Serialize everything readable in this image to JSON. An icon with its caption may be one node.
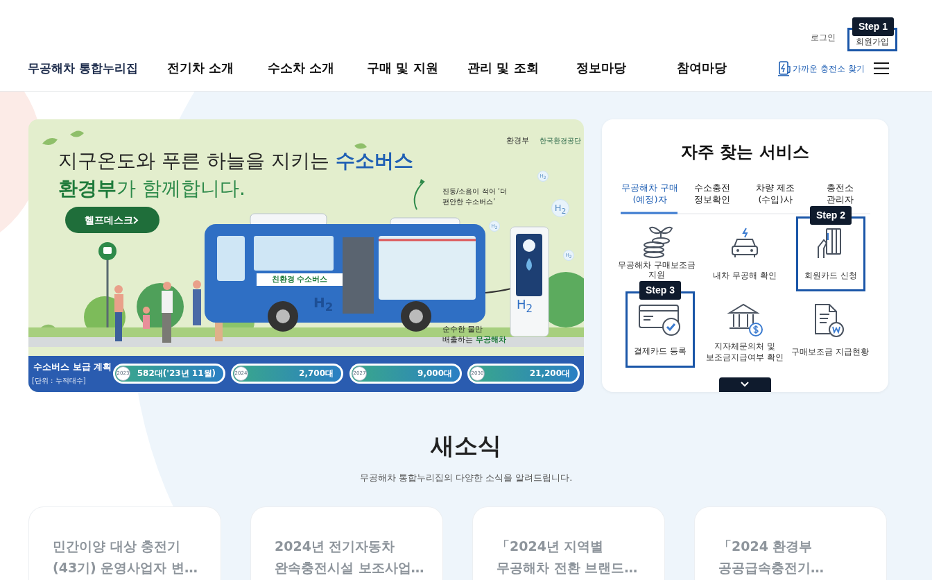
{
  "diagram": {
    "nodes": [
      {
        "text": [
          "Step 1",
          "회원가입"
        ]
      },
      {
        "text": [
          "지구온도와 푸른 하늘을 지키는 **수소버스**",
          "**환경부**가 함께합니다.",
          "환경부",
          "한국환경공단",
          "진동/소음이 적어 ‘더 편안한 수소버스’",
          "H$_{2}$",
          "헬프데스크",
          "H$_{2}$",
          "H$_{2}$",
          "H$_{2}$",
          "친환경 수소버스",
          "H$_{2}$",
          "H$_{2}$",
          "순수한 물만 배출하는 **무공해차**",
          "수소버스 보급 계획",
          "[단위 : 누적대수]",
          "2023",
          "582대('23년 11월)",
          "2024",
          "2,700대",
          "2027",
          "9,000대",
          "2030",
          "21,200대"
        ]
      },
      {
        "text": [
          "자주 찾는 서비스"
        ]
      },
      {
        "text": [
          "Step 2",
          "회원카드 신청"
        ],
        "in": 2
      },
      {
        "text": [
          "Step 3",
          "결제카드 등록"
        ],
        "in": 2
      },
      {
        "text": [
          "민간이양 대상 충전기 (43기) 운영사업자 변…"
        ]
      },
      {
        "text": [
          "2024년 전기자동차 완속충전시설 보조사업…"
        ]
      },
      {
        "text": [
          "「2024년 지역별 무공해차 전환 브랜드…"
        ]
      },
      {
        "text": [
          "「2024 환경부 공공급속충전기…"
        ]
      }
    ],
    "labels": [
      "무공해차 통합누리집",
      "전기차 소개",
      "수소차 소개",
      "구매 및 지원",
      "관리 및 조회",
      "정보마당",
      "참여마당",
      "로그인",
      "가까운 충전소 찾기",
      "무공해차 구매 (예정)자",
      "수소충전 정보확인",
      "차량 제조 (수입)사",
      "충전소 관리자",
      "무공해차 구매보조금 지원",
      "내차 무공해 확인",
      "지자체문의처 및 보조금지급여부 확인",
      "구매보조금 지급현황",
      "새소식",
      "무공해차 통합누리집의 다양한 소식을 알려드립니다."
    ]
  }
}
